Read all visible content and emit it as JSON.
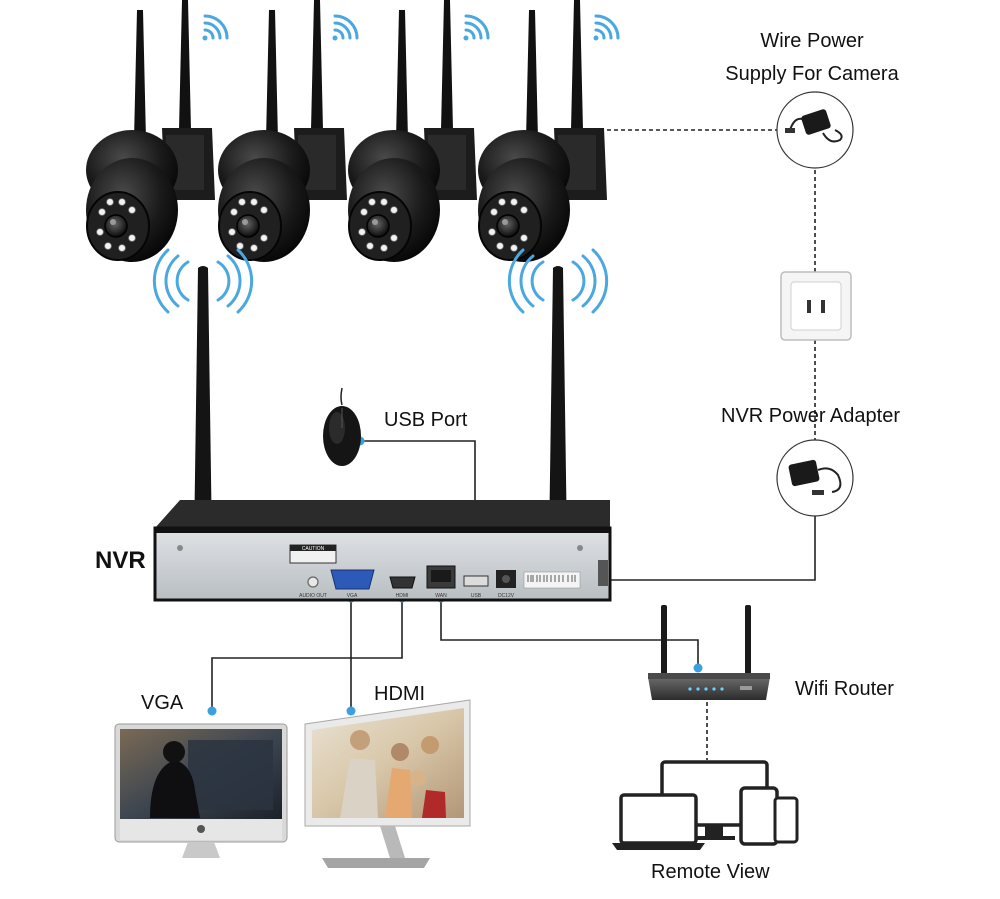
{
  "labels": {
    "wire_power_line1": "Wire Power",
    "wire_power_line2": "Supply For Camera",
    "usb_port": "USB Port",
    "nvr_power_adapter": "NVR Power Adapter",
    "nvr": "NVR",
    "vga": "VGA",
    "hdmi": "HDMI",
    "wifi_router": "Wifi Router",
    "remote_view": "Remote View"
  },
  "nvr_panel": {
    "caution": "CAUTION",
    "audio_out": "AUDIO OUT",
    "vga": "VGA",
    "hdmi": "HDMI",
    "wan": "WAN",
    "usb": "USB",
    "dc12v": "DC12V"
  },
  "colors": {
    "connector_dot": "#3aa0e0",
    "wifi_waves": "#4aa8e0",
    "device_black": "#1a1a1a",
    "line": "#222222"
  },
  "cameras": [
    {
      "name": "camera-1"
    },
    {
      "name": "camera-2"
    },
    {
      "name": "camera-3"
    },
    {
      "name": "camera-4"
    }
  ]
}
